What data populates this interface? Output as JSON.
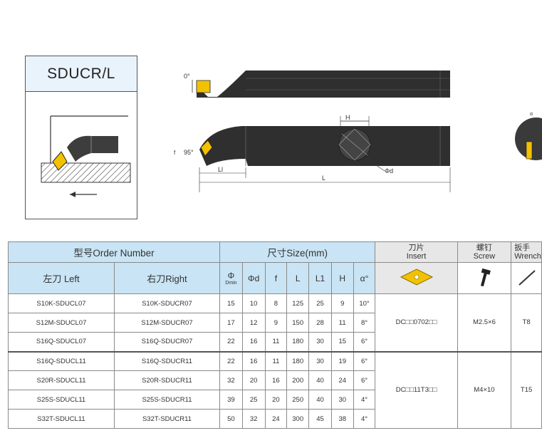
{
  "title": "SDUCR/L",
  "drawing": {
    "angle_top": "0°",
    "angle_side": "95°",
    "dim_h": "H",
    "dim_phi_d": "Φd",
    "dim_l1": "Ll",
    "dim_l": "L",
    "dim_f": "f",
    "dim_alpha": "α"
  },
  "table": {
    "order_number": "型号Order Number",
    "size": "尺寸Size(mm)",
    "insert": {
      "cn": "刀片",
      "en": "Insert"
    },
    "screw": {
      "cn": "螺钉",
      "en": "Screw"
    },
    "wrench": {
      "cn": "扳手",
      "en": "Wrench"
    },
    "left": "左刀 Left",
    "right": "右刀Right",
    "col_phi": "Φ",
    "col_phi_sub": "Dmin",
    "col_phid": "Φd",
    "col_f": "f",
    "col_L": "L",
    "col_L1": "L1",
    "col_H": "H",
    "col_alpha": "α°",
    "rows": [
      {
        "left": "S10K-SDUCL07",
        "right": "S10K-SDUCR07",
        "phi": "15",
        "phid": "10",
        "f": "8",
        "L": "125",
        "L1": "25",
        "H": "9",
        "a": "10°"
      },
      {
        "left": "S12M-SDUCL07",
        "right": "S12M-SDUCR07",
        "phi": "17",
        "phid": "12",
        "f": "9",
        "L": "150",
        "L1": "28",
        "H": "11",
        "a": "8°"
      },
      {
        "left": "S16Q-SDUCL07",
        "right": "S16Q-SDUCR07",
        "phi": "22",
        "phid": "16",
        "f": "11",
        "L": "180",
        "L1": "30",
        "H": "15",
        "a": "6°"
      },
      {
        "left": "S16Q-SDUCL11",
        "right": "S16Q-SDUCR11",
        "phi": "22",
        "phid": "16",
        "f": "11",
        "L": "180",
        "L1": "30",
        "H": "19",
        "a": "6°"
      },
      {
        "left": "S20R-SDUCL11",
        "right": "S20R-SDUCR11",
        "phi": "32",
        "phid": "20",
        "f": "16",
        "L": "200",
        "L1": "40",
        "H": "24",
        "a": "6°"
      },
      {
        "left": "S25S-SDUCL11",
        "right": "S25S-SDUCR11",
        "phi": "39",
        "phid": "25",
        "f": "20",
        "L": "250",
        "L1": "40",
        "H": "30",
        "a": "4°"
      },
      {
        "left": "S32T-SDUCL11",
        "right": "S32T-SDUCR11",
        "phi": "50",
        "phid": "32",
        "f": "24",
        "L": "300",
        "L1": "45",
        "H": "38",
        "a": "4°"
      }
    ],
    "group1": {
      "insert": "DC□□0702□□",
      "screw": "M2.5×6",
      "wrench": "T8"
    },
    "group2": {
      "insert": "DC□□11T3□□",
      "screw": "M4×10",
      "wrench": "T15"
    }
  }
}
